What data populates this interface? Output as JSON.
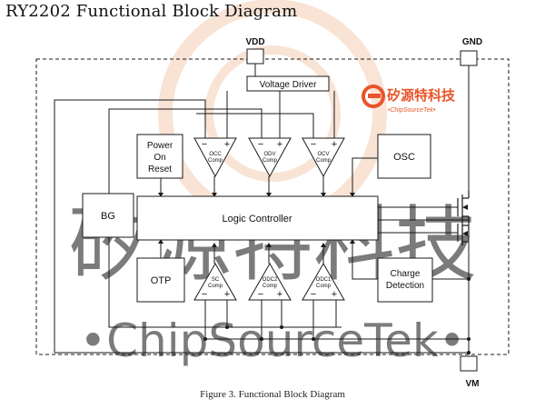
{
  "title": "RY2202 Functional Block Diagram",
  "caption": "Figure 3. Functional Block Diagram",
  "pins": {
    "vdd": "VDD",
    "gnd": "GND",
    "vm": "VM"
  },
  "blocks": {
    "voltage_driver": "Voltage Driver",
    "power_on_reset": [
      "Power",
      "On",
      "Reset"
    ],
    "bg": "BG",
    "logic_controller": "Logic Controller",
    "otp": "OTP",
    "osc": "OSC",
    "charge_detection": [
      "Charge",
      "Detection"
    ]
  },
  "comparators": {
    "occ": [
      "OCC",
      "Comp"
    ],
    "odv": [
      "ODV",
      "Comp"
    ],
    "ocv": [
      "OCV",
      "Comp"
    ],
    "sc": [
      "SC",
      "Comp"
    ],
    "odc2": [
      "ODC2",
      "Comp"
    ],
    "odc1": [
      "ODC1",
      "Comp"
    ],
    "minus": "−",
    "plus": "+"
  },
  "logo": {
    "cn": "矽源特科技",
    "en": "•ChipSourceTek•"
  },
  "watermark": {
    "cn": "矽源特科技",
    "en": "•ChipSourceTek•"
  },
  "colors": {
    "line": "#1a1a1a",
    "watermark": "#f4cdb4",
    "logo": "#e8552a"
  }
}
